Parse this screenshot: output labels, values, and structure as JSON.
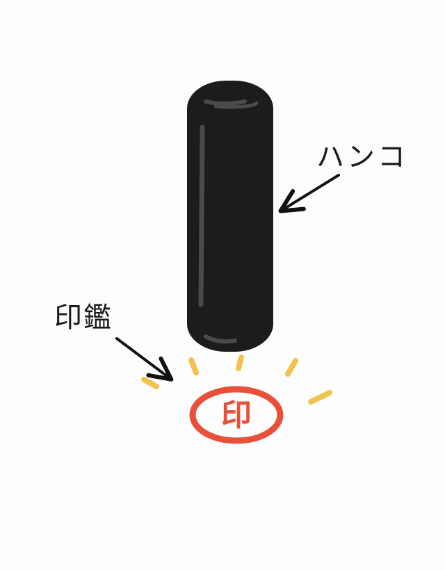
{
  "labels": {
    "hanko": "ハンコ",
    "inkan": "印鑑",
    "stamp_text": "印"
  },
  "colors": {
    "background": "#fdfdfd",
    "stamp_body": "#1c1c1c",
    "stamp_highlight": "#4a4a4a",
    "impression": "#e8503a",
    "sparkle": "#f2c14e",
    "arrow": "#111111"
  },
  "icons": {
    "stamp": "hanko-stamp-icon",
    "impression": "seal-impression-icon",
    "sparkle": "sparkle-dash-icon"
  }
}
